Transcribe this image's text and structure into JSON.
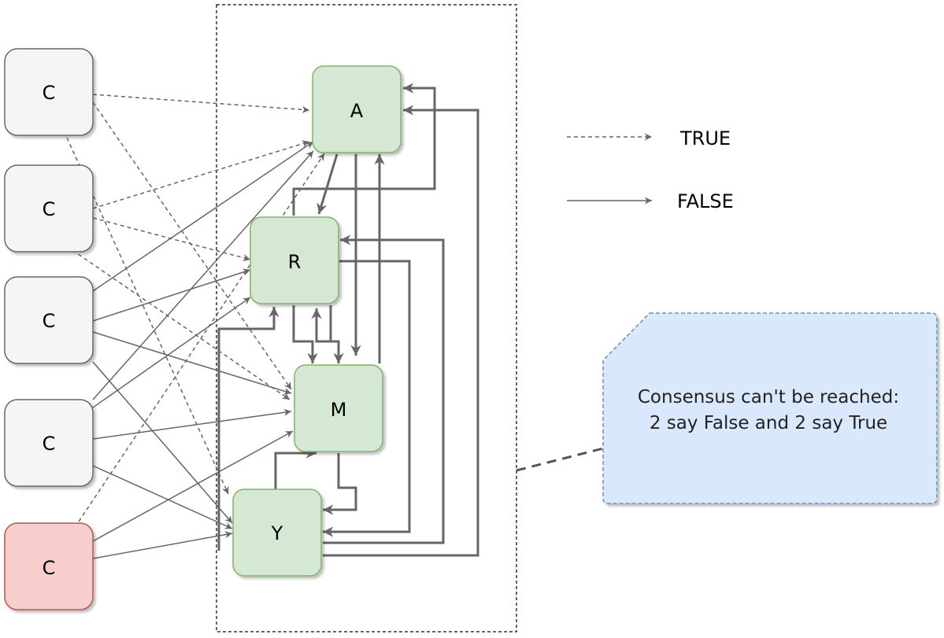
{
  "nodes": {
    "client_1": {
      "label": "C"
    },
    "client_2": {
      "label": "C"
    },
    "client_3": {
      "label": "C"
    },
    "client_4": {
      "label": "C"
    },
    "client_faulty": {
      "label": "C"
    },
    "replica_a": {
      "label": "A"
    },
    "replica_r": {
      "label": "R"
    },
    "replica_m": {
      "label": "M"
    },
    "replica_y": {
      "label": "Y"
    }
  },
  "legend": {
    "true_label": "TRUE",
    "false_label": "FALSE"
  },
  "note": {
    "line1": "Consensus can't be reached:",
    "line2": "2 say False and 2 say True"
  },
  "colors": {
    "client_fill": "#f5f5f5",
    "client_stroke": "#666666",
    "faulty_fill": "#f8cecc",
    "faulty_stroke": "#b85450",
    "replica_fill": "#d5e8d4",
    "replica_stroke": "#82b366",
    "note_fill": "#dae8fc",
    "note_stroke": "#6c8ebf",
    "edge": "#666666"
  }
}
